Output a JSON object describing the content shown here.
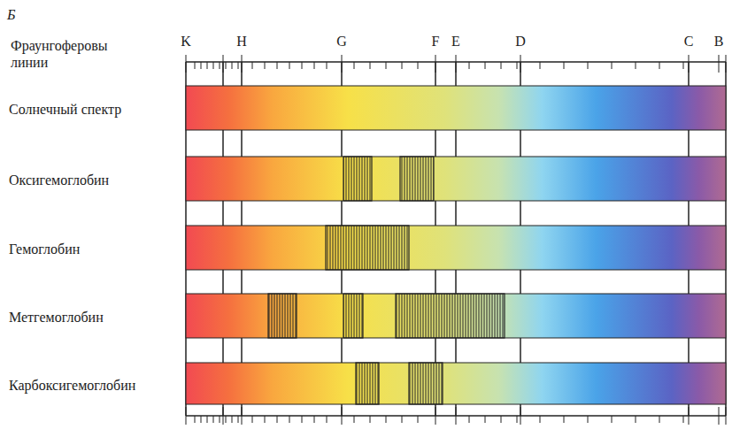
{
  "diagram": {
    "nodes": [
      {
        "text": [
          "Солнечный спектр"
        ]
      },
      {
        "text": [
          "Оксигемоглобин"
        ]
      },
      {
        "text": [
          "Гемоглобин"
        ]
      },
      {
        "text": [
          "Метгемоглобин"
        ]
      },
      {
        "text": [
          "Карбоксигемоглобин"
        ]
      }
    ],
    "labels": [
      "Б",
      "Фраунгоферовы линии",
      "K",
      "H",
      "G",
      "F",
      "E",
      "D",
      "C",
      "B"
    ]
  }
}
